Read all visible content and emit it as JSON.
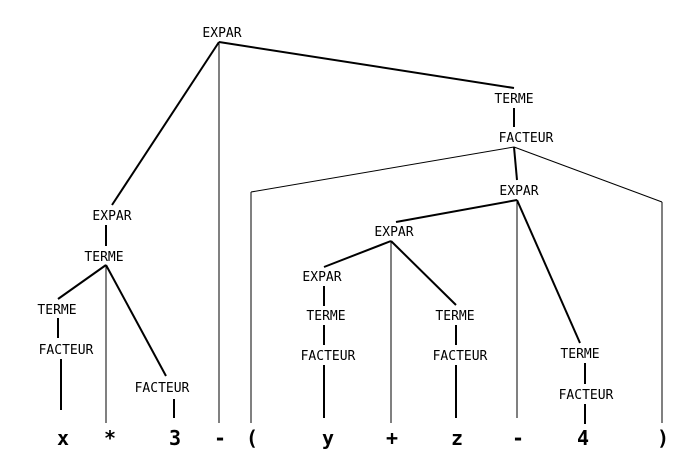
{
  "diagram": {
    "nodes": [
      {
        "id": "n_expar_root",
        "label": "EXPAR"
      },
      {
        "id": "n_expar_left",
        "label": "EXPAR"
      },
      {
        "id": "n_terme_left",
        "label": "TERME"
      },
      {
        "id": "n_terme_ll",
        "label": "TERME"
      },
      {
        "id": "n_facteur_ll",
        "label": "FACTEUR"
      },
      {
        "id": "n_facteur_3",
        "label": "FACTEUR"
      },
      {
        "id": "n_terme_right",
        "label": "TERME"
      },
      {
        "id": "n_facteur_right",
        "label": "FACTEUR"
      },
      {
        "id": "n_expar_inner",
        "label": "EXPAR"
      },
      {
        "id": "n_expar_inner2",
        "label": "EXPAR"
      },
      {
        "id": "n_expar_y",
        "label": "EXPAR"
      },
      {
        "id": "n_terme_y",
        "label": "TERME"
      },
      {
        "id": "n_facteur_y",
        "label": "FACTEUR"
      },
      {
        "id": "n_terme_z",
        "label": "TERME"
      },
      {
        "id": "n_facteur_z",
        "label": "FACTEUR"
      },
      {
        "id": "n_terme_4",
        "label": "TERME"
      },
      {
        "id": "n_facteur_4",
        "label": "FACTEUR"
      }
    ],
    "tokens": [
      {
        "id": "t_x",
        "label": "x"
      },
      {
        "id": "t_star",
        "label": "*"
      },
      {
        "id": "t_3",
        "label": "3"
      },
      {
        "id": "t_minus1",
        "label": "-"
      },
      {
        "id": "t_lparen",
        "label": "("
      },
      {
        "id": "t_y",
        "label": "y"
      },
      {
        "id": "t_plus",
        "label": "+"
      },
      {
        "id": "t_z",
        "label": "z"
      },
      {
        "id": "t_minus2",
        "label": "-"
      },
      {
        "id": "t_4",
        "label": "4"
      },
      {
        "id": "t_rparen",
        "label": ")"
      }
    ]
  }
}
